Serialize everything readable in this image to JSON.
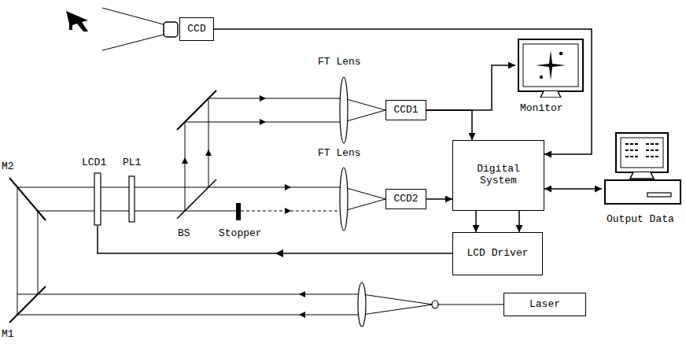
{
  "diagram": {
    "nodes": [
      {
        "text": [
          "CCD"
        ]
      },
      {
        "text": [
          "Monitor"
        ]
      },
      {
        "text": [
          "CCD1"
        ]
      },
      {
        "text": [
          "Digital System"
        ]
      },
      {
        "text": [
          "Output Data"
        ]
      },
      {
        "text": [
          "CCD2"
        ]
      },
      {
        "text": [
          "LCD Driver"
        ]
      },
      {
        "text": [
          "Laser"
        ]
      }
    ],
    "edges": [
      {
        "from": 0,
        "to": 3,
        "arrow": "to"
      },
      {
        "from": 2,
        "to": 1,
        "arrow": "to"
      },
      {
        "from": 2,
        "to": 3,
        "arrow": "to"
      },
      {
        "from": 5,
        "to": 3,
        "arrow": "to"
      },
      {
        "from": 3,
        "to": 4,
        "arrow": "both"
      },
      {
        "from": 3,
        "to": 6,
        "arrow": "to"
      },
      {
        "from": 3,
        "to": 6,
        "arrow": "to"
      }
    ],
    "labels": [
      "FT Lens",
      "FT Lens",
      "LCD1",
      "PL1",
      "M2",
      "BS",
      "Stopper",
      "M1"
    ]
  }
}
